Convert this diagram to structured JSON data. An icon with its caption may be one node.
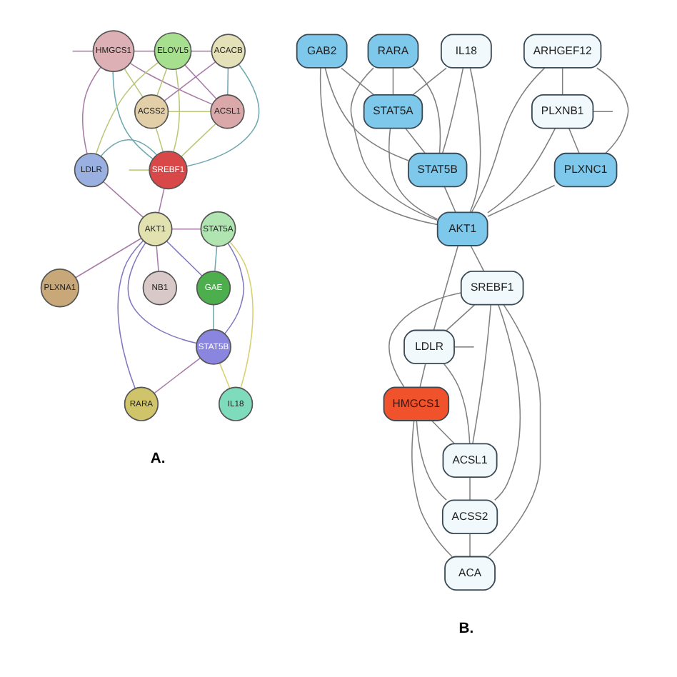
{
  "diagram": {
    "nodes": [
      {
        "text": [
          "HMGCS1"
        ]
      },
      {
        "text": [
          "ELOVL5"
        ]
      },
      {
        "text": [
          "ACSS2"
        ]
      },
      {
        "text": [
          "ACSL1"
        ]
      },
      {
        "text": [
          "ACACB"
        ]
      },
      {
        "text": [
          "LDLR"
        ]
      },
      {
        "text": [
          "SREBF1"
        ]
      },
      {
        "text": [
          "AKT1"
        ]
      },
      {
        "text": [
          "STAT5A"
        ]
      },
      {
        "text": [
          "GAE"
        ]
      },
      {
        "text": [
          "STAT5B"
        ]
      },
      {
        "text": [
          "NB1"
        ]
      },
      {
        "text": [
          "IL18"
        ]
      },
      {
        "text": [
          "PLXNA1"
        ]
      },
      {
        "text": [
          "RARA"
        ]
      },
      {
        "text": [
          "ARHGEF12"
        ]
      },
      {
        "text": [
          "PLXNB1"
        ]
      },
      {
        "text": [
          "IL18"
        ]
      },
      {
        "text": [
          "RARA"
        ]
      },
      {
        "text": [
          "PLXNC1"
        ]
      },
      {
        "text": [
          "STAT5A"
        ]
      },
      {
        "text": [
          "STAT5B"
        ]
      },
      {
        "text": [
          "AKT1"
        ]
      },
      {
        "text": [
          "LDLR"
        ]
      },
      {
        "text": [
          "GAB2"
        ]
      },
      {
        "text": [
          "SREBF1"
        ]
      },
      {
        "text": [
          "HMGCS1"
        ]
      },
      {
        "text": [
          "ACSL1"
        ]
      },
      {
        "text": [
          "ACSS2"
        ]
      },
      {
        "text": [
          "ACA"
        ]
      }
    ],
    "edges": [
      {
        "from": 0,
        "to": 1,
        "arrow": "none",
        "color": "#a87ca8"
      },
      {
        "from": 0,
        "to": 2,
        "arrow": "none",
        "color": "#b8c878"
      },
      {
        "from": 0,
        "to": 3,
        "arrow": "none",
        "color": "#a87ca8"
      },
      {
        "from": 0,
        "to": 6,
        "arrow": "none",
        "color": "#70a8b0"
      },
      {
        "from": 0,
        "to": 5,
        "arrow": "none",
        "color": "#a87ca8"
      },
      {
        "from": 1,
        "to": 2,
        "arrow": "none",
        "color": "#b8c878"
      },
      {
        "from": 1,
        "to": 3,
        "arrow": "none",
        "color": "#a87ca8"
      },
      {
        "from": 1,
        "to": 4,
        "arrow": "none",
        "color": "#a87ca8"
      },
      {
        "from": 1,
        "to": 6,
        "arrow": "none",
        "color": "#b8c878"
      },
      {
        "from": 1,
        "to": 5,
        "arrow": "none",
        "color": "#b8c878"
      },
      {
        "from": 2,
        "to": 3,
        "arrow": "none",
        "color": "#b8c878"
      },
      {
        "from": 2,
        "to": 4,
        "arrow": "none",
        "color": "#a87ca8"
      },
      {
        "from": 2,
        "to": 6,
        "arrow": "none",
        "color": "#b8c878"
      },
      {
        "from": 3,
        "to": 4,
        "arrow": "none",
        "color": "#70a8b0"
      },
      {
        "from": 3,
        "to": 6,
        "arrow": "none",
        "color": "#b8c878"
      },
      {
        "from": 4,
        "to": 6,
        "arrow": "none",
        "color": "#70a8b0"
      },
      {
        "from": 5,
        "to": 6,
        "arrow": "none",
        "color": "#70a8b0"
      },
      {
        "from": 5,
        "to": 7,
        "arrow": "none",
        "color": "#a87ca8"
      },
      {
        "from": 6,
        "to": 7,
        "arrow": "none",
        "color": "#a87ca8"
      },
      {
        "from": 7,
        "to": 8,
        "arrow": "none",
        "color": "#a87ca8"
      },
      {
        "from": 7,
        "to": 9,
        "arrow": "none",
        "color": "#8078c0"
      },
      {
        "from": 7,
        "to": 10,
        "arrow": "none",
        "color": "#8078c0"
      },
      {
        "from": 7,
        "to": 11,
        "arrow": "none",
        "color": "#a87ca8"
      },
      {
        "from": 7,
        "to": 13,
        "arrow": "none",
        "color": "#a87ca8"
      },
      {
        "from": 7,
        "to": 14,
        "arrow": "none",
        "color": "#8078c0"
      },
      {
        "from": 8,
        "to": 9,
        "arrow": "none",
        "color": "#70a8b0"
      },
      {
        "from": 8,
        "to": 10,
        "arrow": "none",
        "color": "#8078c0"
      },
      {
        "from": 8,
        "to": 12,
        "arrow": "none",
        "color": "#d8d070"
      },
      {
        "from": 9,
        "to": 10,
        "arrow": "none",
        "color": "#70a8b0"
      },
      {
        "from": 10,
        "to": 12,
        "arrow": "none",
        "color": "#d8d070"
      },
      {
        "from": 10,
        "to": 14,
        "arrow": "none",
        "color": "#a87ca8"
      },
      {
        "from": null,
        "to": 0,
        "arrow": "none",
        "color": "#a87ca8"
      },
      {
        "from": null,
        "to": 6,
        "arrow": "none",
        "color": "#b8c878"
      },
      {
        "from": 15,
        "to": 16,
        "arrow": "none"
      },
      {
        "from": 15,
        "to": 22,
        "arrow": "none"
      },
      {
        "from": 15,
        "to": 19,
        "arrow": "none"
      },
      {
        "from": 16,
        "to": 19,
        "arrow": "none"
      },
      {
        "from": 16,
        "to": 22,
        "arrow": "none"
      },
      {
        "from": 17,
        "to": 20,
        "arrow": "none"
      },
      {
        "from": 17,
        "to": 22,
        "arrow": "none"
      },
      {
        "from": 17,
        "to": 21,
        "arrow": "none"
      },
      {
        "from": 18,
        "to": 21,
        "arrow": "none"
      },
      {
        "from": 18,
        "to": 20,
        "arrow": "none"
      },
      {
        "from": 18,
        "to": 22,
        "arrow": "none"
      },
      {
        "from": 20,
        "to": 21,
        "arrow": "none"
      },
      {
        "from": 20,
        "to": 22,
        "arrow": "none"
      },
      {
        "from": 21,
        "to": 22,
        "arrow": "none"
      },
      {
        "from": 24,
        "to": 20,
        "arrow": "none"
      },
      {
        "from": 24,
        "to": 22,
        "arrow": "none"
      },
      {
        "from": 24,
        "to": 21,
        "arrow": "none"
      },
      {
        "from": 19,
        "to": 22,
        "arrow": "none"
      },
      {
        "from": 22,
        "to": 25,
        "arrow": "none"
      },
      {
        "from": 22,
        "to": 23,
        "arrow": "none"
      },
      {
        "from": 25,
        "to": 23,
        "arrow": "none"
      },
      {
        "from": 25,
        "to": 26,
        "arrow": "none"
      },
      {
        "from": 25,
        "to": 27,
        "arrow": "none"
      },
      {
        "from": 25,
        "to": 28,
        "arrow": "none"
      },
      {
        "from": 25,
        "to": 29,
        "arrow": "none"
      },
      {
        "from": 26,
        "to": 27,
        "arrow": "none"
      },
      {
        "from": 26,
        "to": 28,
        "arrow": "none"
      },
      {
        "from": 26,
        "to": 29,
        "arrow": "none"
      },
      {
        "from": 27,
        "to": 28,
        "arrow": "none"
      },
      {
        "from": 28,
        "to": 29,
        "arrow": "none"
      },
      {
        "from": 23,
        "to": 26,
        "arrow": "none"
      },
      {
        "from": 23,
        "to": 27,
        "arrow": "none"
      },
      {
        "from": 16,
        "to": null,
        "arrow": "none"
      },
      {
        "from": 23,
        "to": null,
        "arrow": "none"
      }
    ],
    "labels": [
      "A.",
      "B."
    ]
  }
}
